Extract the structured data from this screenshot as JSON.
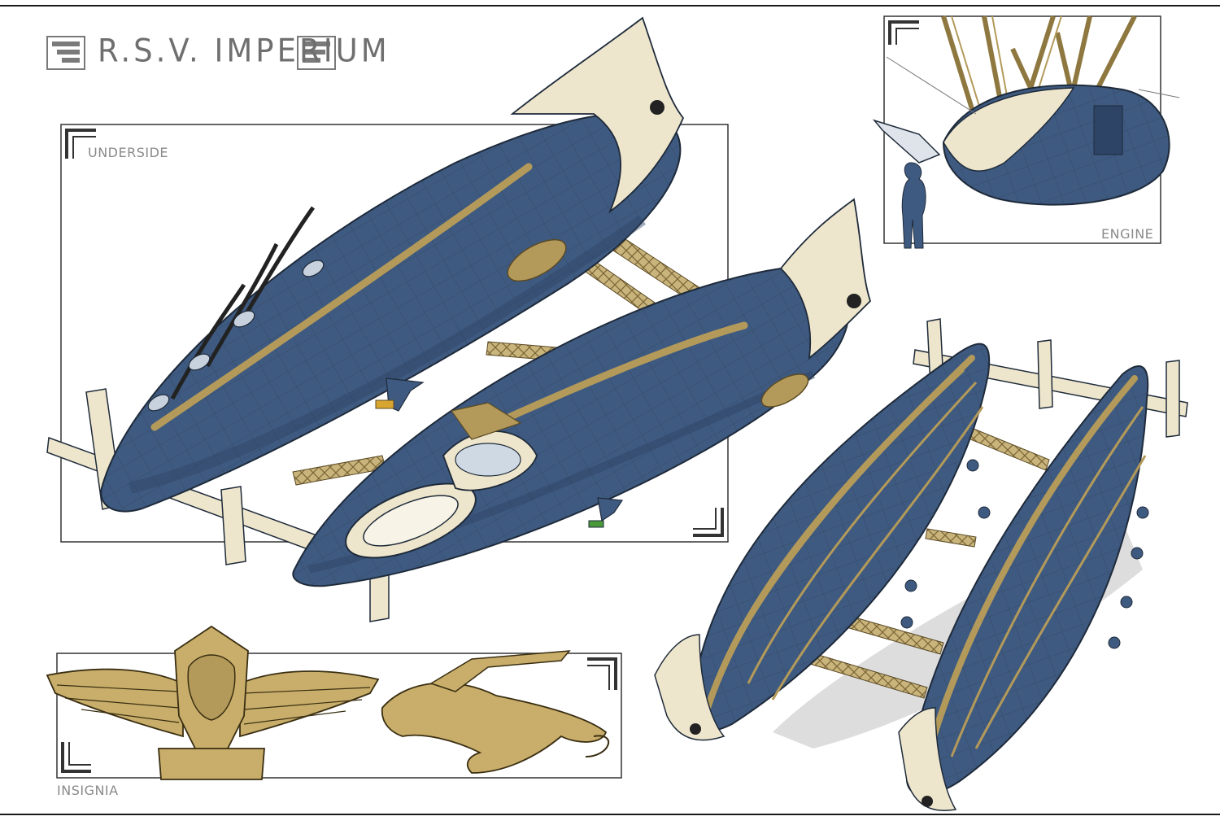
{
  "title": {
    "text": "R.S.V. IMPERIUM"
  },
  "panels": {
    "underside": {
      "label": "UNDERSIDE"
    },
    "engine": {
      "label": "ENGINE"
    },
    "insignia": {
      "label": "INSIGNIA"
    }
  },
  "colors": {
    "hull": "#3f5a80",
    "hull_dark": "#2e4466",
    "gold": "#b39a5a",
    "gold_dark": "#8e7840",
    "cream": "#eee6cc",
    "line": "#1e2a3a",
    "frame": "#333333",
    "shadow": "#d4d4d4"
  },
  "icons": {
    "title_left": "winged-emblem-icon",
    "title_right": "winged-emblem-icon",
    "insignia_primary": "winged-lion-crest",
    "insignia_secondary": "leaping-lion-emblem"
  }
}
